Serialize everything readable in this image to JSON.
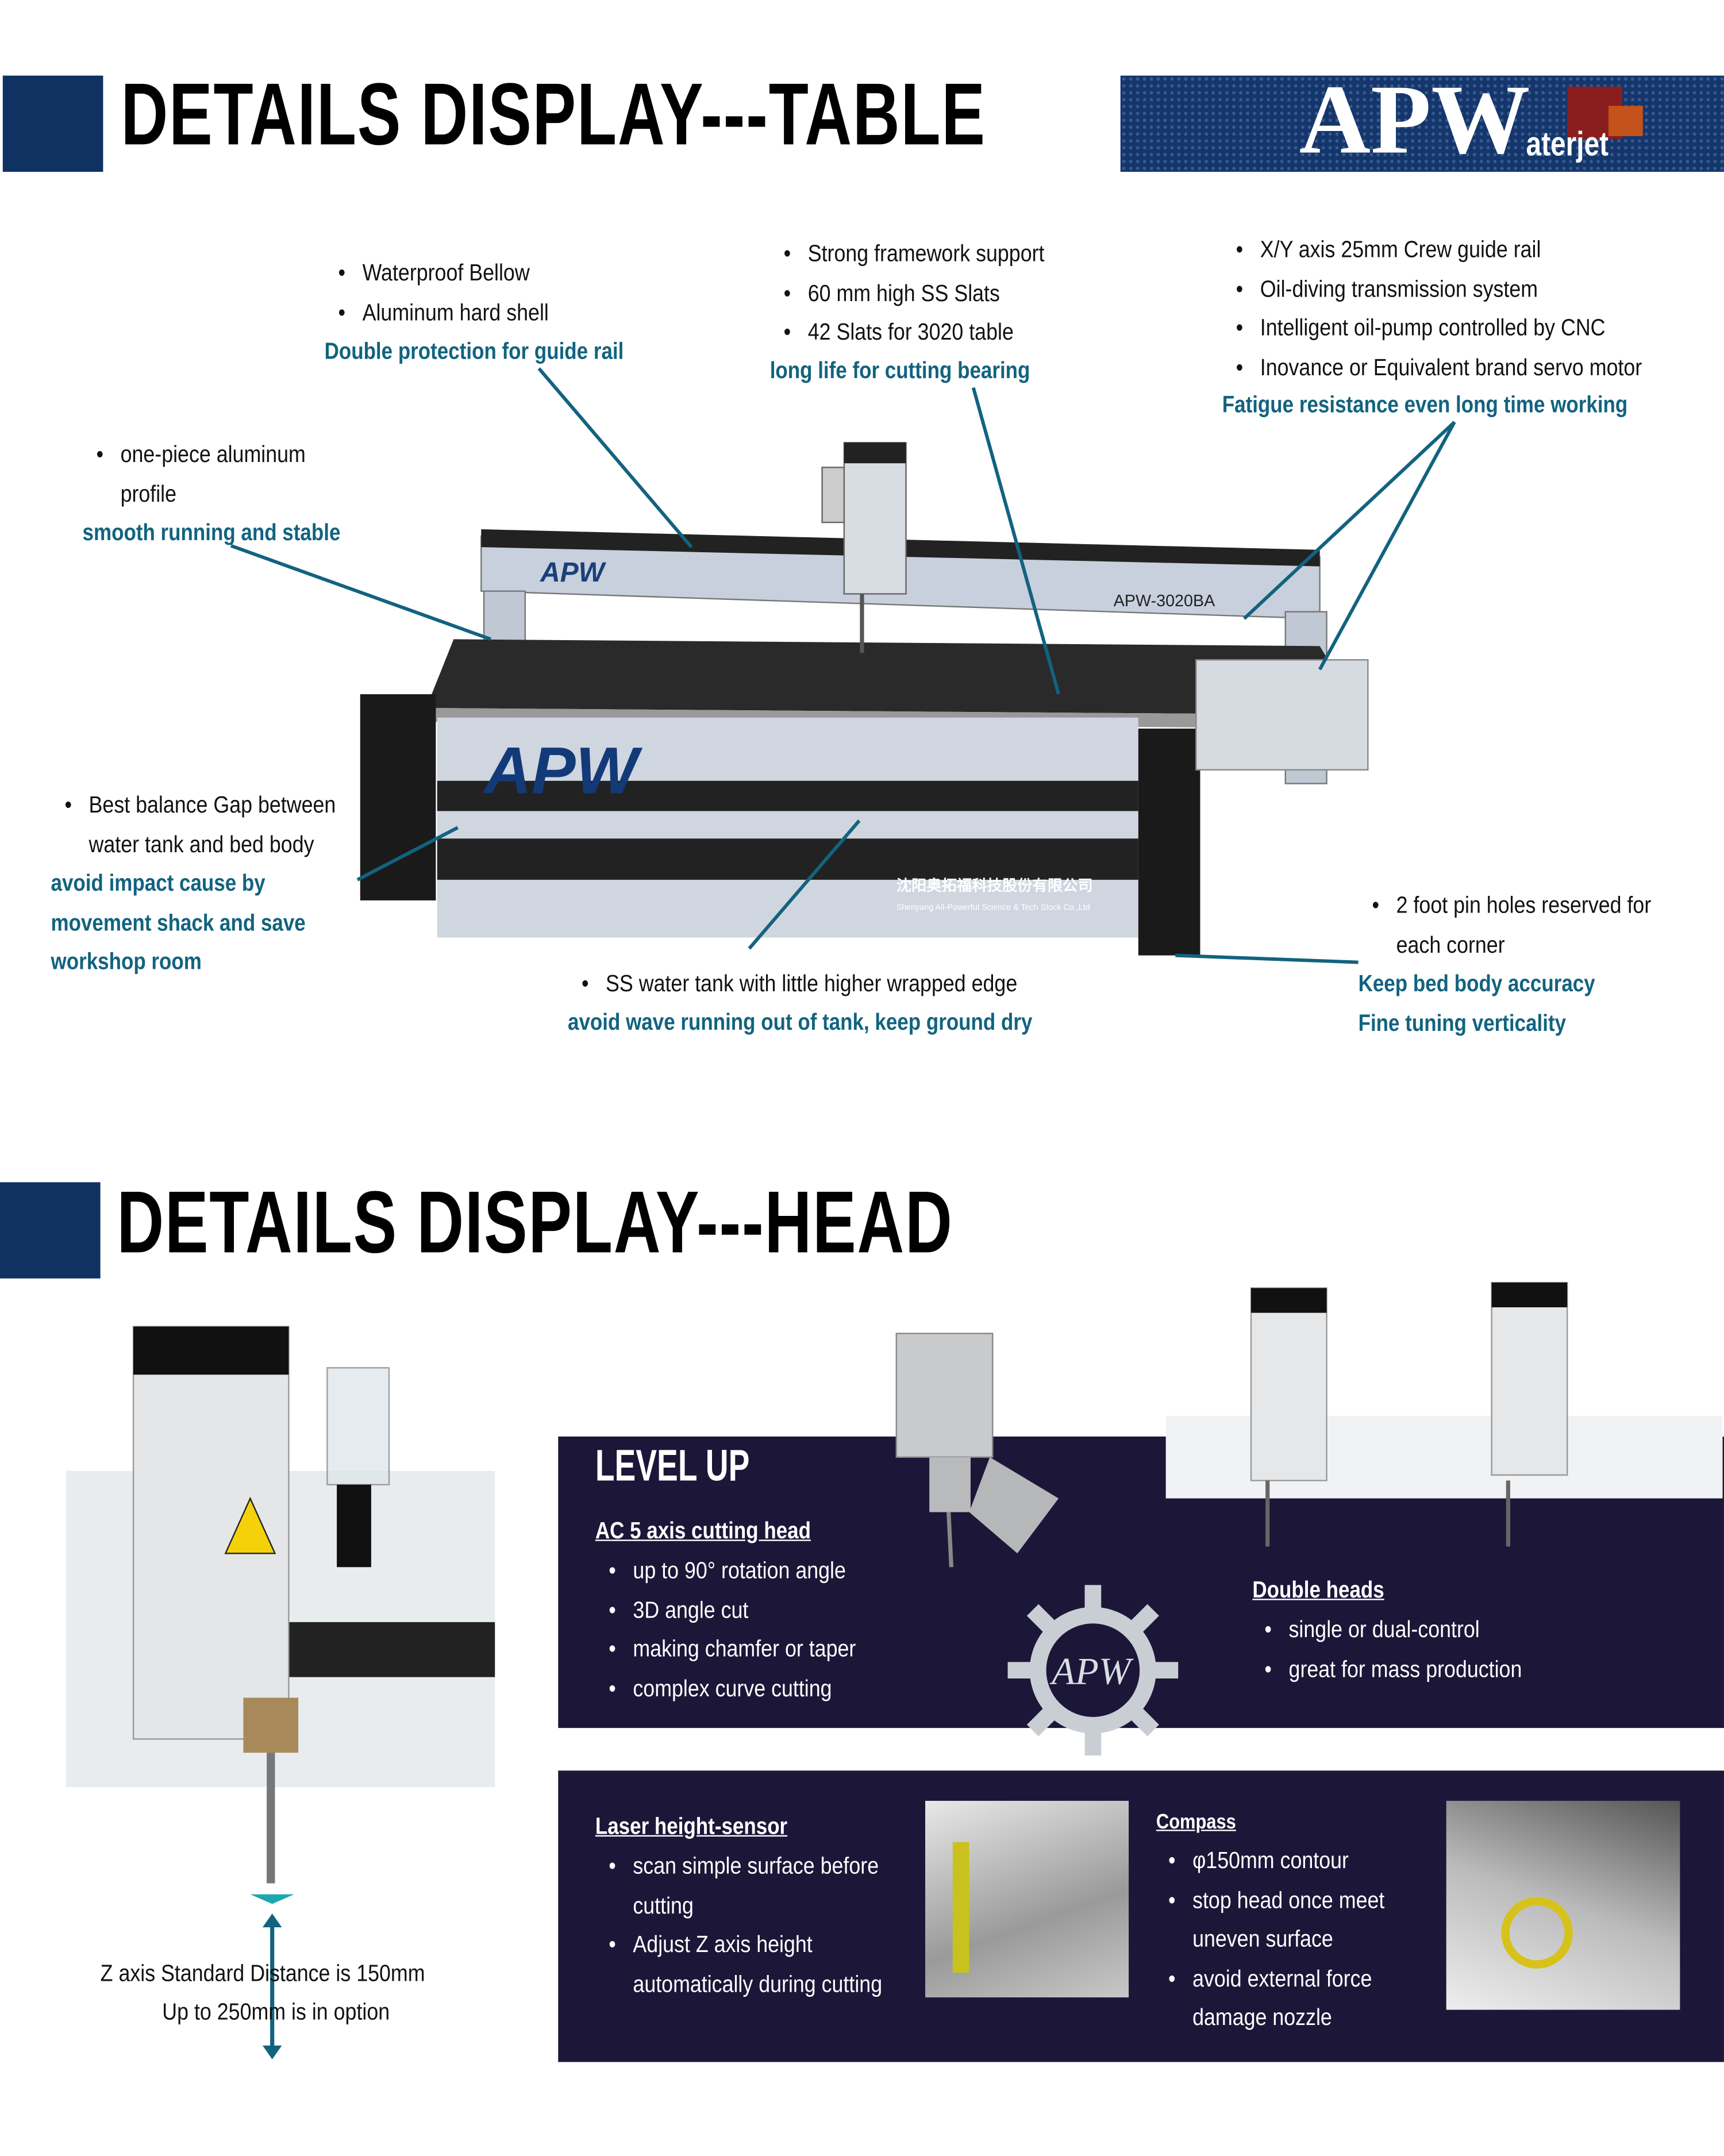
{
  "section_table": {
    "title": "DETAILS DISPLAY---TABLE",
    "logo": {
      "main": "APW",
      "sub": "aterjet"
    },
    "machine": {
      "brand": "APW",
      "model": "APW-3020BA",
      "company_cn": "沈阳奥拓福科技股份有限公司",
      "company_en": "Shenyang All-Powerful Science & Tech Stock Co.,Ltd"
    },
    "callouts": [
      {
        "bullets": [
          "Waterproof Bellow",
          "Aluminum hard shell"
        ],
        "highlight": [
          "Double protection for guide rail"
        ]
      },
      {
        "bullets": [
          "Strong framework support",
          "60 mm high SS Slats",
          "42 Slats for 3020 table"
        ],
        "highlight": [
          "long life for cutting bearing"
        ]
      },
      {
        "bullets": [
          "X/Y axis 25mm Crew guide rail",
          "Oil-diving transmission system",
          "Intelligent oil-pump controlled by CNC",
          "Inovance or Equivalent brand servo motor"
        ],
        "highlight": [
          "Fatigue resistance even long time working"
        ]
      },
      {
        "bullets": [
          "one-piece aluminum",
          "profile"
        ],
        "highlight": [
          "smooth running and stable"
        ]
      },
      {
        "bullets": [
          "Best balance Gap between",
          "water tank and bed body"
        ],
        "highlight": [
          "avoid impact cause by",
          "movement shack and save",
          "workshop room"
        ]
      },
      {
        "bullets": [
          "SS water tank with little higher wrapped edge"
        ],
        "highlight": [
          "avoid wave running out of tank, keep ground dry"
        ]
      },
      {
        "bullets": [
          "2 foot pin holes reserved for",
          "each corner"
        ],
        "highlight": [
          "Keep bed body accuracy",
          "Fine tuning verticality"
        ]
      }
    ]
  },
  "section_head": {
    "title": "DETAILS DISPLAY---HEAD",
    "z_axis": [
      "Z axis Standard Distance is 150mm",
      "Up to 250mm is in option"
    ],
    "level_up": {
      "title": "LEVEL UP",
      "ac5": {
        "heading": "AC 5 axis cutting head",
        "items": [
          "up to 90° rotation angle",
          "3D angle cut",
          "making chamfer or taper",
          "complex curve cutting"
        ]
      },
      "double": {
        "heading": "Double heads",
        "items": [
          "single or dual-control",
          "great for mass production"
        ]
      },
      "gear_logo": "APW"
    },
    "sensors": {
      "laser": {
        "heading": "Laser height-sensor",
        "items": [
          [
            "scan simple surface before",
            "cutting"
          ],
          [
            "Adjust Z axis height",
            "automatically during cutting"
          ]
        ]
      },
      "compass": {
        "heading": "Compass",
        "items": [
          [
            "φ150mm contour"
          ],
          [
            "stop head once meet",
            "uneven surface"
          ],
          [
            "avoid external force",
            "damage nozzle"
          ]
        ]
      }
    }
  },
  "colors": {
    "navy": "#0f3262",
    "teal": "#12637f",
    "panel": "#1c1638"
  }
}
